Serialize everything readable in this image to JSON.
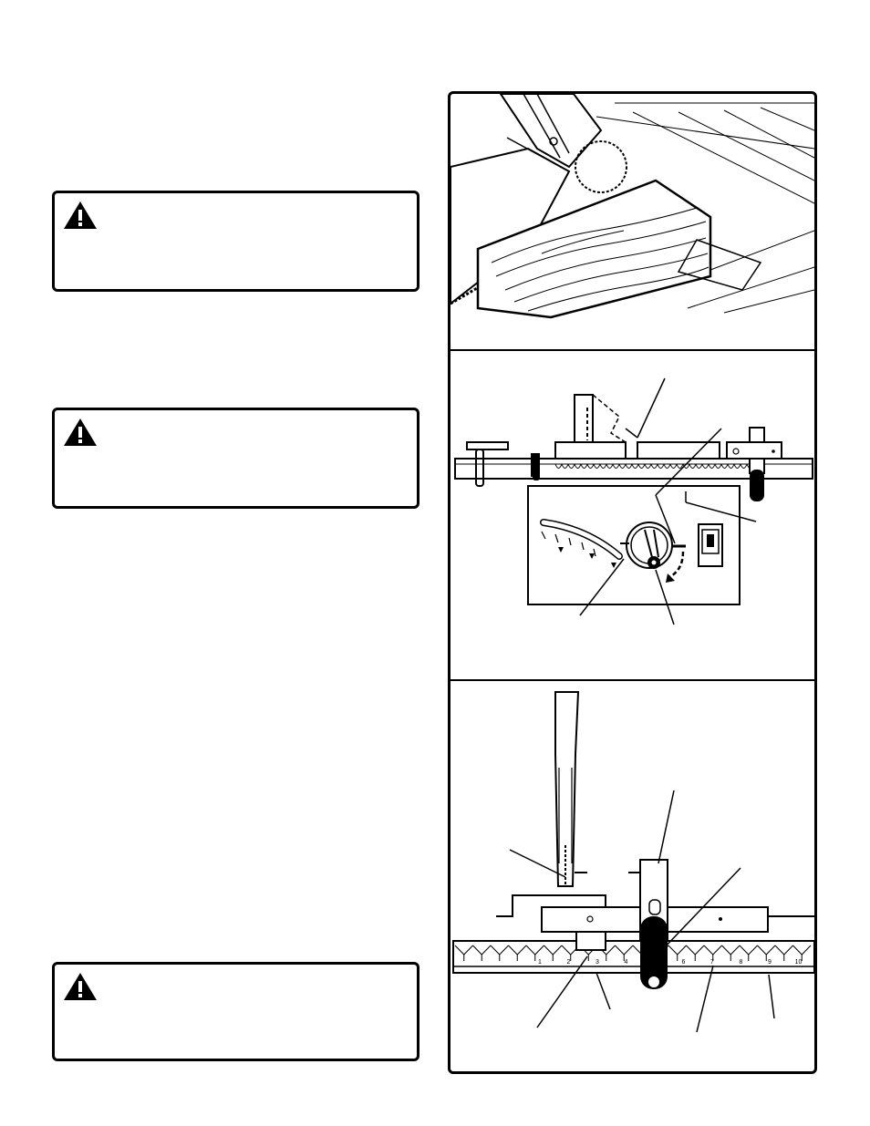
{
  "warnings": [
    {
      "icon": "warning-triangle-icon"
    },
    {
      "icon": "warning-triangle-icon"
    },
    {
      "icon": "warning-triangle-icon"
    }
  ],
  "figures": {
    "rip_fence_ruler_ticks": [
      "1",
      "2",
      "3",
      "4",
      "5",
      "6",
      "7",
      "8",
      "9",
      "10"
    ]
  }
}
